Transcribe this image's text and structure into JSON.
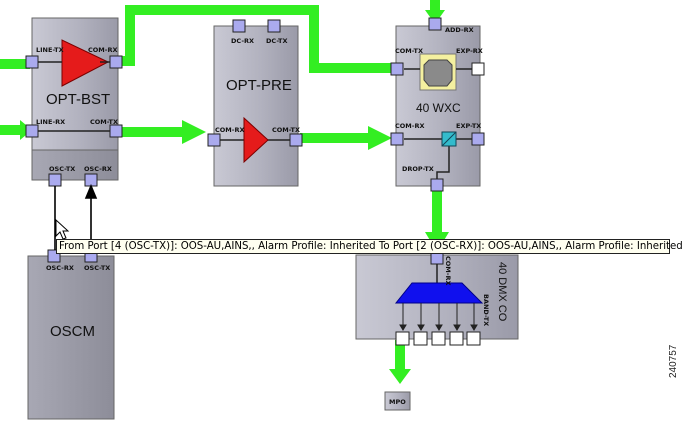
{
  "modules": {
    "opt_bst": {
      "title": "OPT-BST",
      "ports": {
        "line_tx": "LINE-TX",
        "com_rx": "COM-RX",
        "line_rx": "LINE-RX",
        "com_tx": "COM-TX",
        "osc_tx": "OSC-TX",
        "osc_rx": "OSC-RX"
      }
    },
    "opt_pre": {
      "title": "OPT-PRE",
      "ports": {
        "dc_rx": "DC-RX",
        "dc_tx": "DC-TX",
        "com_rx": "COM-RX",
        "com_tx": "COM-TX"
      }
    },
    "wxc": {
      "title": "40 WXC",
      "ports": {
        "add_rx": "ADD-RX",
        "com_tx": "COM-TX",
        "exp_rx": "EXP-RX",
        "com_rx": "COM-RX",
        "exp_tx": "EXP-TX",
        "drop_tx": "DROP-TX"
      }
    },
    "dmx": {
      "title": "40 DMX CO",
      "ports": {
        "com_rx": "COM-RX",
        "band_tx": "BAND-TX"
      }
    },
    "oscm": {
      "title": "OSCM",
      "ports": {
        "osc_rx": "OSC-RX",
        "osc_tx": "OSC-TX"
      }
    },
    "mpo": {
      "title": "MPO"
    }
  },
  "tooltip": {
    "text": "From Port [4 (OSC-TX)]: OOS-AU,AINS,, Alarm Profile: Inherited To Port [2 (OSC-RX)]: OOS-AU,AINS,, Alarm Profile: Inherited"
  },
  "figure_id": "240757",
  "colors": {
    "link_green": "#33ee22",
    "module_fill": "#b4b4c2",
    "port_fill": "#aaaaee",
    "amplifier_red": "#e51b1b",
    "demux_blue": "#1010ee",
    "splitter_teal": "#33bbcc",
    "switch_yellow": "#f4f0a0"
  }
}
